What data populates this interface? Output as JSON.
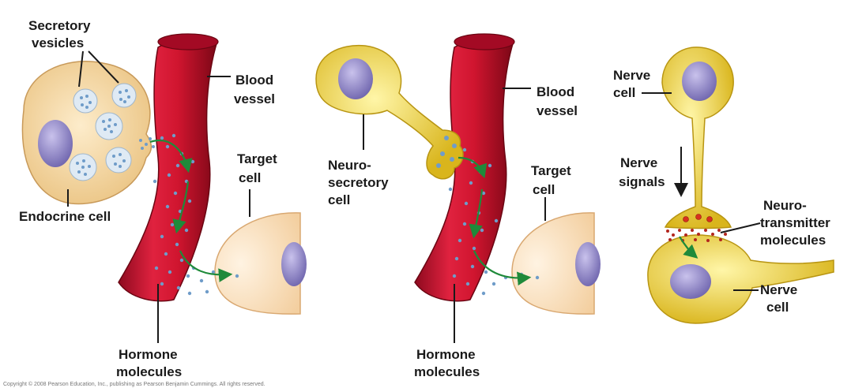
{
  "panels": {
    "endocrine": {
      "secretory_vesicles": [
        "Secretory",
        "vesicles"
      ],
      "blood_vessel": [
        "Blood",
        "vessel"
      ],
      "target_cell": [
        "Target",
        "cell"
      ],
      "endocrine_cell": "Endocrine cell",
      "hormone_molecules": [
        "Hormone",
        "molecules"
      ]
    },
    "neuroendocrine": {
      "neurosecretory_cell": [
        "Neuro-",
        "secretory",
        "cell"
      ],
      "blood_vessel": [
        "Blood",
        "vessel"
      ],
      "target_cell": [
        "Target",
        "cell"
      ],
      "hormone_molecules": [
        "Hormone",
        "molecules"
      ]
    },
    "synaptic": {
      "nerve_cell_top": [
        "Nerve",
        "cell"
      ],
      "nerve_signals": [
        "Nerve",
        "signals"
      ],
      "neurotransmitter": [
        "Neuro-",
        "transmitter",
        "molecules"
      ],
      "nerve_cell_bottom": [
        "Nerve",
        "cell"
      ]
    }
  },
  "credit_line": "Copyright © 2008 Pearson Education, Inc., publishing as Pearson Benjamin Cummings. All rights reserved.",
  "colors": {
    "vessel": "#c8102e",
    "endocrine_cell": "#f6d9a8",
    "nerve_cell": "#f2d63a",
    "nucleus": "#8f86c4",
    "target_cell": "#fbe6cb",
    "arrow": "#1f8a3a",
    "molecule": "#6f9cc9",
    "neurotransmitter": "#b3261e"
  }
}
